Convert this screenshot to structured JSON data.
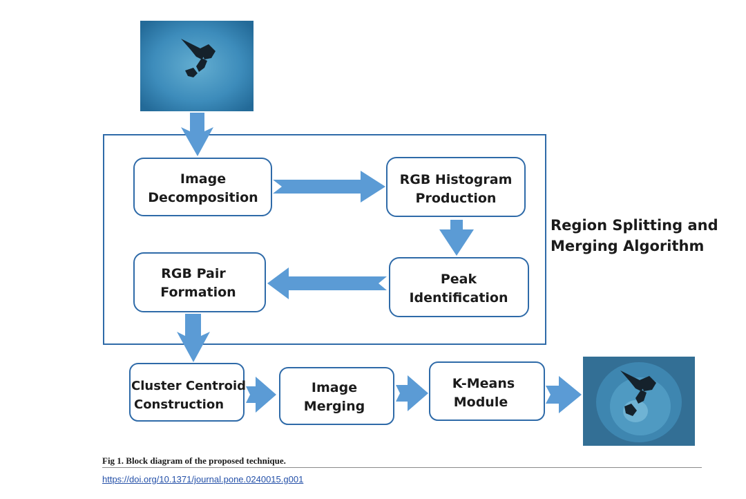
{
  "diagram": {
    "input_image_alt": "input image",
    "output_image_alt": "output image",
    "region_title_line1": "Region Splitting  and",
    "region_title_line2": "Merging Algorithm",
    "nodes": {
      "image_decomposition": {
        "line1": "Image",
        "line2": "Decomposition"
      },
      "rgb_histogram": {
        "line1": "RGB Histogram",
        "line2": "Production"
      },
      "peak_identification": {
        "line1": "Peak",
        "line2": "Identification"
      },
      "rgb_pair": {
        "line1": "RGB Pair",
        "line2": "Formation"
      },
      "cluster_centroid": {
        "line1": "Cluster Centroid",
        "line2": "Construction"
      },
      "image_merging": {
        "line1": "Image",
        "line2": "Merging"
      },
      "kmeans": {
        "line1": "K-Means",
        "line2": "Module"
      }
    }
  },
  "caption": {
    "title": "Fig 1.  Block diagram of the proposed technique.",
    "doi": "https://doi.org/10.1371/journal.pone.0240015.g001"
  },
  "colors": {
    "arrow": "#5b9bd5",
    "box_border": "#2e6aa8",
    "input_bg": "#3a86b3",
    "output_bg": "#3a7da3"
  }
}
